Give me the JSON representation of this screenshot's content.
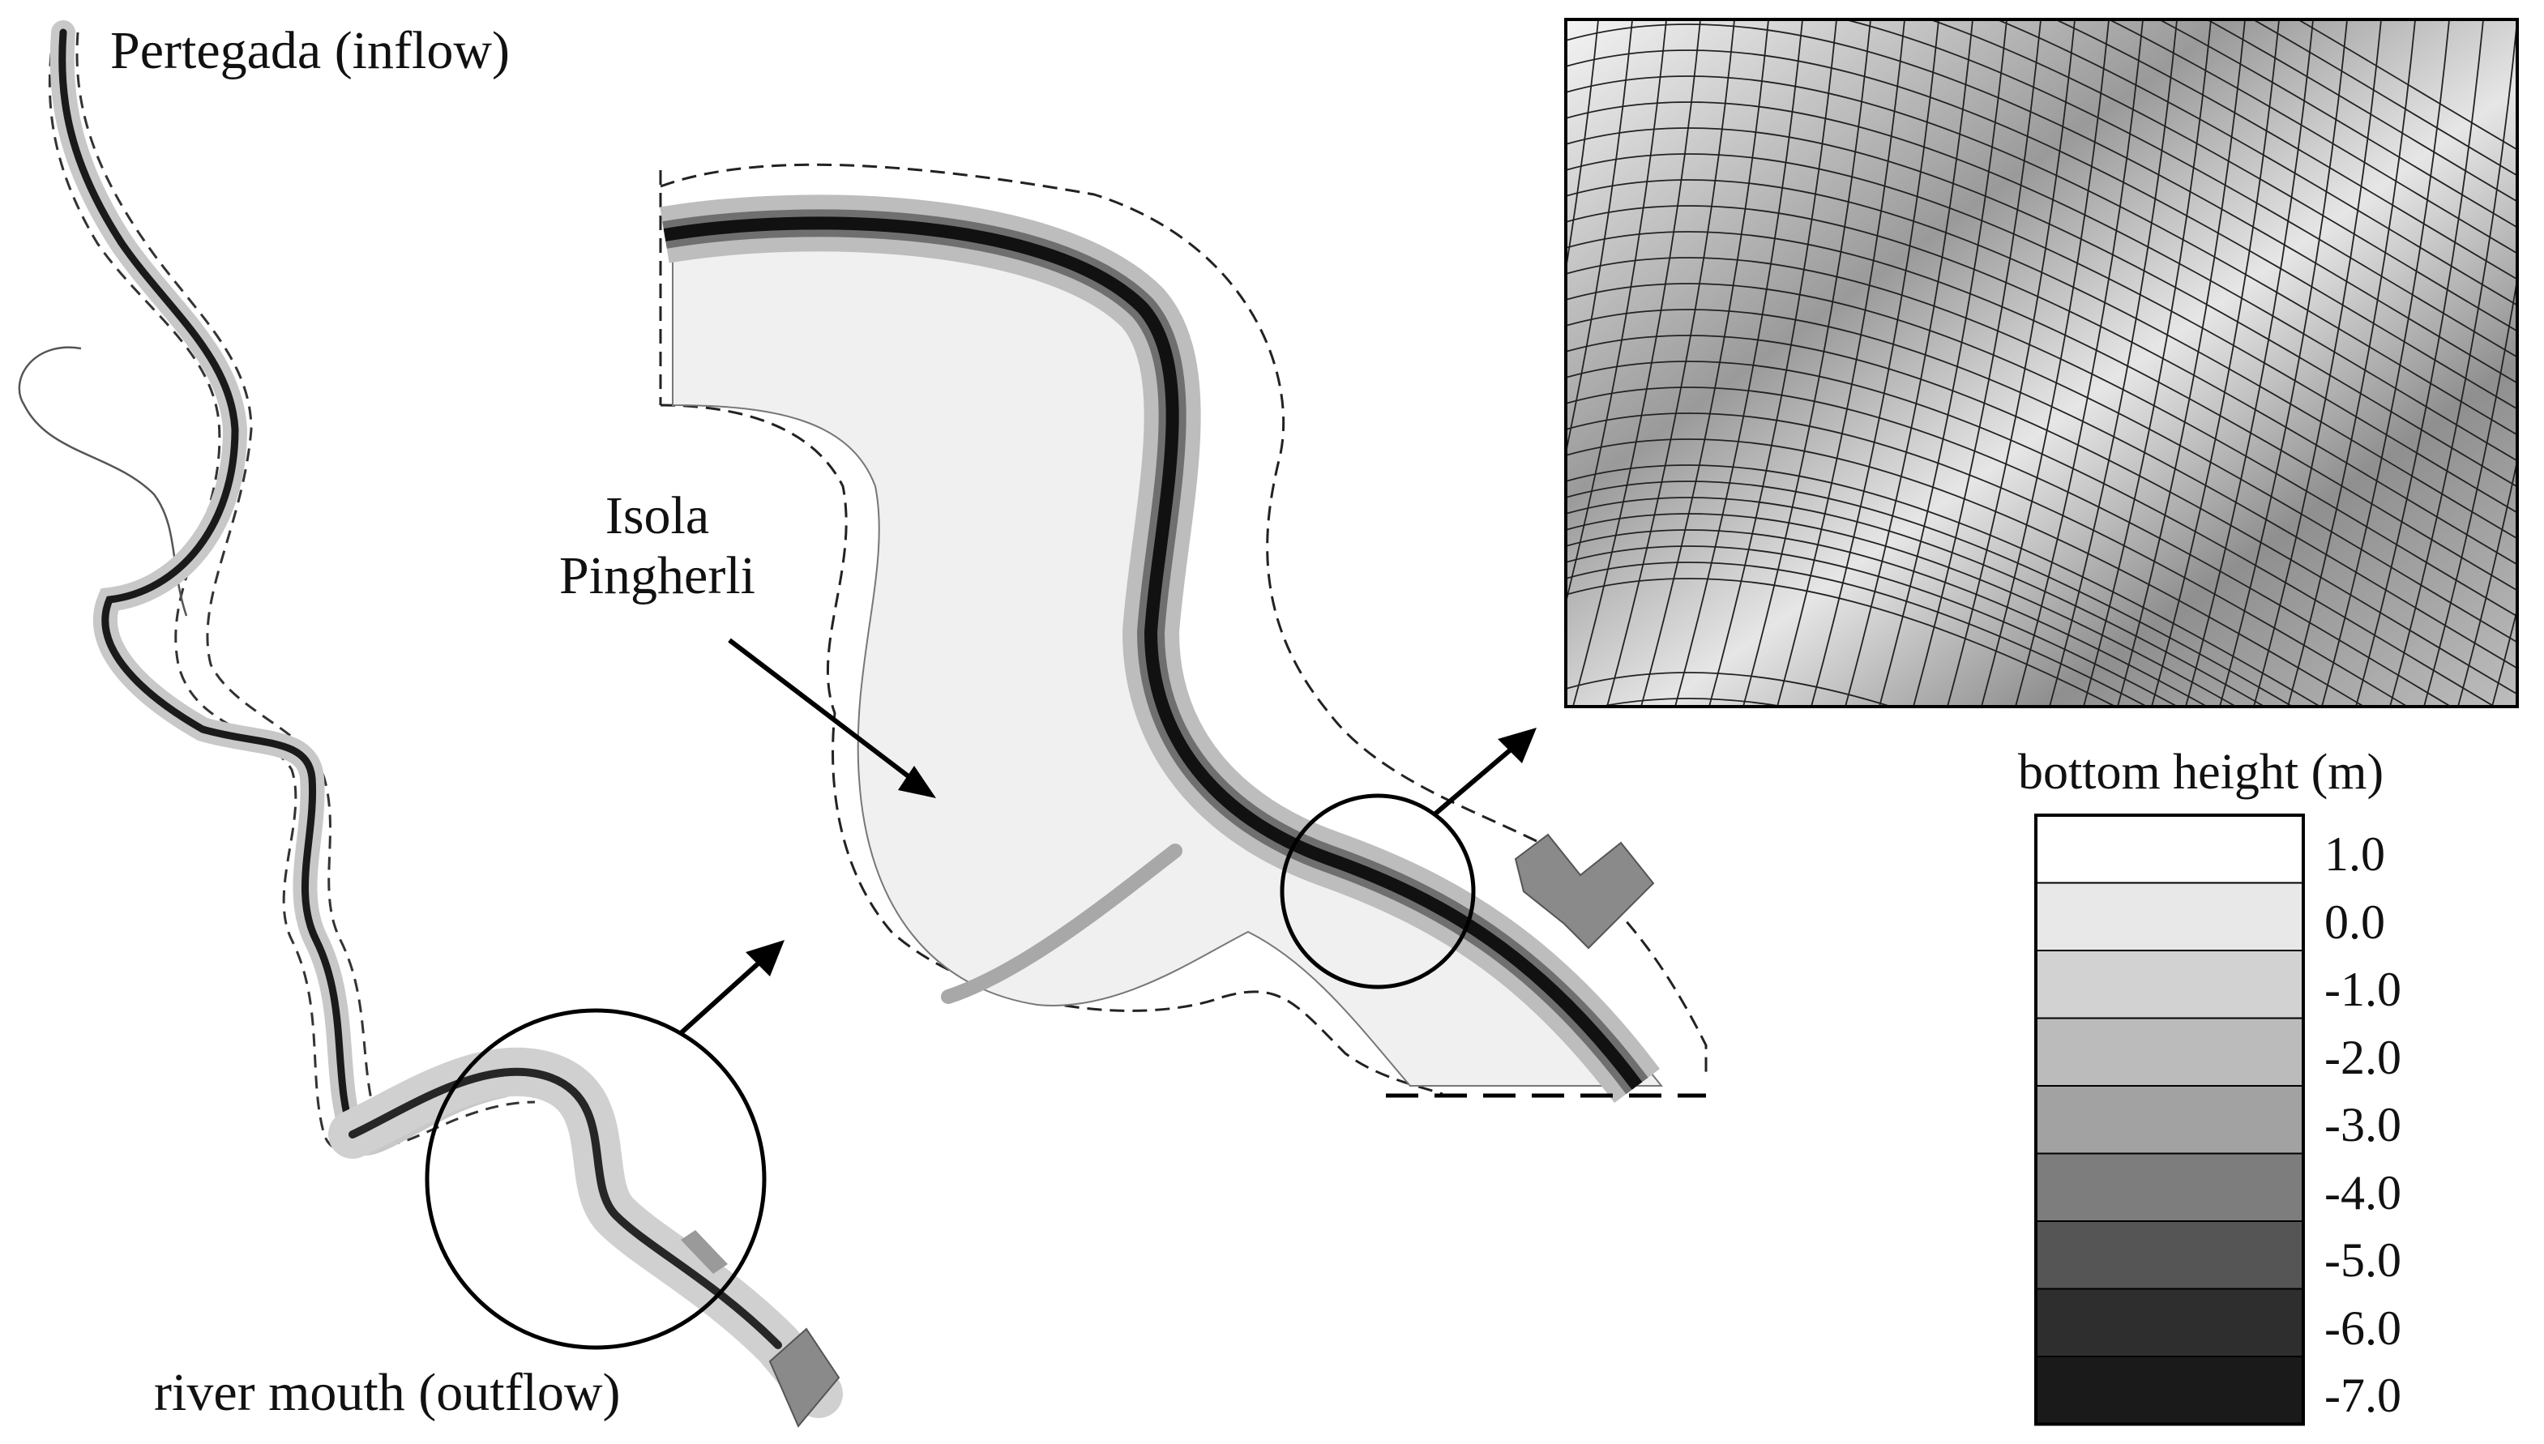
{
  "labels": {
    "inflow": "Pertegada (inflow)",
    "outflow": "river mouth (outflow)",
    "island_line1": "Isola",
    "island_line2": "Pingherli"
  },
  "legend": {
    "title": "bottom height (m)",
    "entries": [
      {
        "label": "1.0",
        "color": "#ffffff"
      },
      {
        "label": "0.0",
        "color": "#e8e8e8"
      },
      {
        "label": "-1.0",
        "color": "#d2d2d2"
      },
      {
        "label": "-2.0",
        "color": "#bbbbbb"
      },
      {
        "label": "-3.0",
        "color": "#a2a2a2"
      },
      {
        "label": "-4.0",
        "color": "#7d7d7d"
      },
      {
        "label": "-5.0",
        "color": "#555555"
      },
      {
        "label": "-6.0",
        "color": "#2e2e2e"
      },
      {
        "label": "-7.0",
        "color": "#1a1a1a"
      }
    ]
  },
  "colors": {
    "channel_deep": "#111111",
    "channel_mid": "#666666",
    "channel_shallow": "#bdbdbd",
    "land_fill": "#f2f2f2",
    "structure": "#8a8a8a",
    "mesh_line": "#222222"
  }
}
